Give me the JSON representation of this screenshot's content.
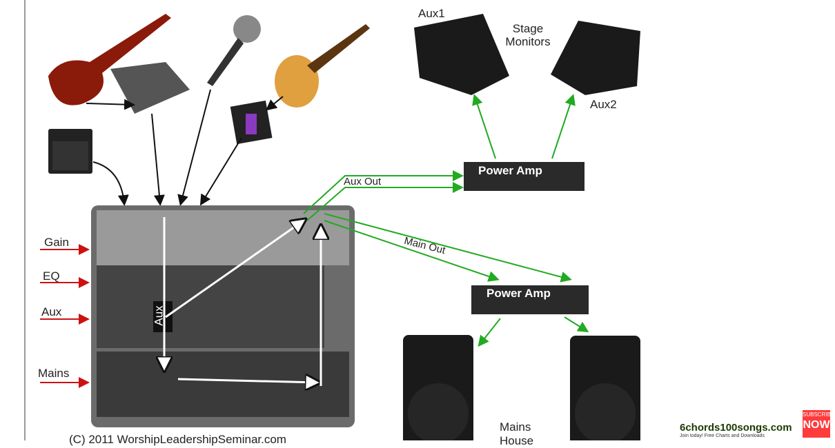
{
  "labels": {
    "aux1": "Aux1",
    "stage_monitors": "Stage Monitors",
    "aux2": "Aux2",
    "power_amp_top": "Power Amp",
    "power_amp_bottom": "Power Amp",
    "aux_out": "Aux Out",
    "main_out": "Main Out",
    "gain": "Gain",
    "eq": "EQ",
    "aux": "Aux",
    "mains": "Mains",
    "aux_vertical": "Aux",
    "mains_house": "Mains House",
    "copyright": "(C) 2011 WorshipLeadershipSeminar.com"
  },
  "branding": {
    "site": "6chords100songs.com",
    "tagline": "Join today! Free Charts and Downloads",
    "subscribe_top": "SUBSCRIBE",
    "subscribe_bottom": "NOW"
  },
  "colors": {
    "signal_arrow": "#22aa22",
    "label_arrow": "#cc1111",
    "flow_arrow": "#ffffff"
  }
}
